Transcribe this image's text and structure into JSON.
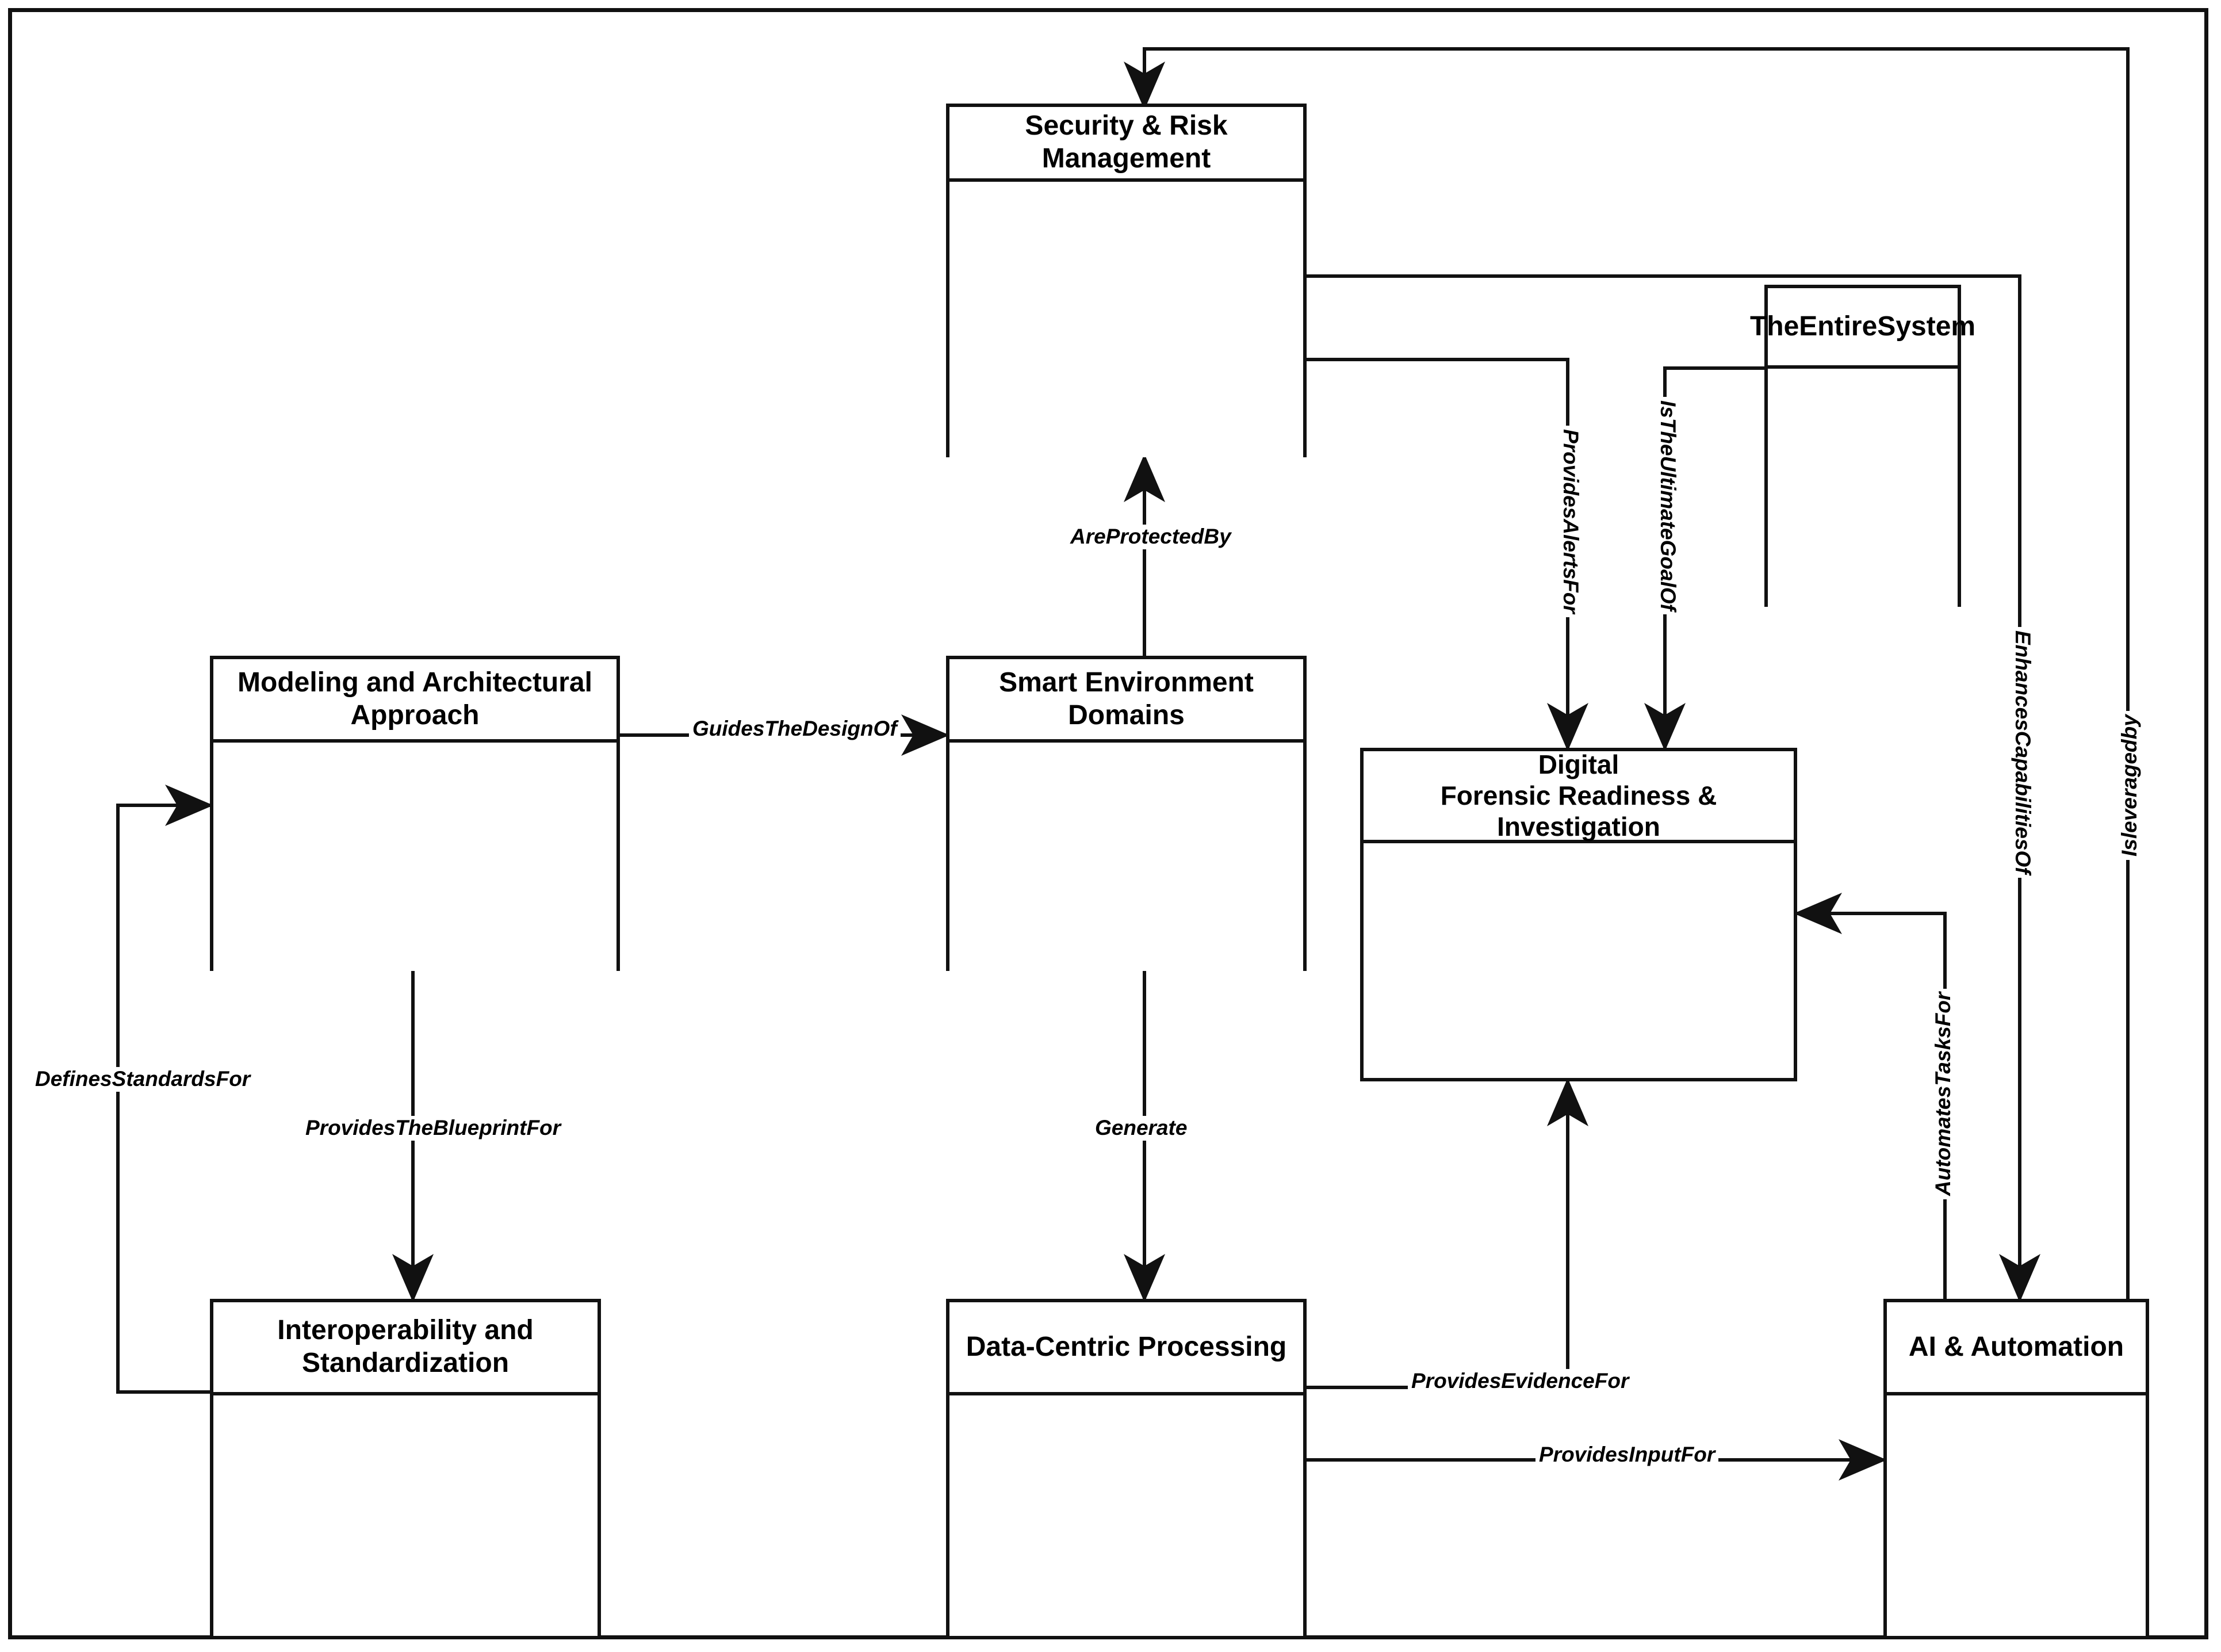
{
  "diagram": {
    "type": "uml-class-diagram",
    "background_color": "#ffffff",
    "line_color": "#111111",
    "frame": {
      "present": true
    }
  },
  "nodes": [
    {
      "id": "security",
      "title": "Security & Risk Management"
    },
    {
      "id": "entire_system",
      "title": "TheEntireSystem"
    },
    {
      "id": "modeling",
      "title": "Modeling and Architectural Approach"
    },
    {
      "id": "smart_env",
      "title": "Smart Environment Domains"
    },
    {
      "id": "digital_line1",
      "title": "Digital"
    },
    {
      "id": "digital_line2",
      "title": "Forensic Readiness & Investigation"
    },
    {
      "id": "interop",
      "title": "Interoperability and Standardization"
    },
    {
      "id": "data_centric",
      "title": "Data-Centric Processing"
    },
    {
      "id": "ai_automation",
      "title": "AI & Automation"
    }
  ],
  "edges": [
    {
      "id": "e1",
      "label": "AreProtectedBy",
      "from": "smart_env",
      "to": "security",
      "orientation": "horizontal"
    },
    {
      "id": "e2",
      "label": "GuidesTheDesignOf",
      "from": "modeling",
      "to": "smart_env",
      "orientation": "horizontal"
    },
    {
      "id": "e3",
      "label": "ProvidesTheBlueprintFor",
      "from": "modeling",
      "to": "interop",
      "orientation": "horizontal"
    },
    {
      "id": "e4",
      "label": "DefinesStandardsFor",
      "from": "interop",
      "to": "modeling",
      "orientation": "horizontal"
    },
    {
      "id": "e5",
      "label": "Generate",
      "from": "smart_env",
      "to": "data_centric",
      "orientation": "horizontal"
    },
    {
      "id": "e6",
      "label": "ProvidesAlertsFor",
      "from": "security",
      "to": "digital",
      "orientation": "rotate-cw"
    },
    {
      "id": "e7",
      "label": "IsTheUltimateGoalOf",
      "from": "entire_system",
      "to": "digital",
      "orientation": "rotate-cw"
    },
    {
      "id": "e8",
      "label": "EnhancesCapabilitiesOf",
      "from": "security",
      "to": "ai_automation",
      "orientation": "rotate-cw"
    },
    {
      "id": "e9",
      "label": "Isleveragedby",
      "from": "ai_automation",
      "to": "security",
      "orientation": "rotate-ccw"
    },
    {
      "id": "e10",
      "label": "AutomatesTasksFor",
      "from": "ai_automation",
      "to": "digital",
      "orientation": "rotate-ccw"
    },
    {
      "id": "e11",
      "label": "ProvidesEvidenceFor",
      "from": "data_centric",
      "to": "digital",
      "orientation": "horizontal"
    },
    {
      "id": "e12",
      "label": "ProvidesInputFor",
      "from": "data_centric",
      "to": "ai_automation",
      "orientation": "horizontal"
    }
  ]
}
